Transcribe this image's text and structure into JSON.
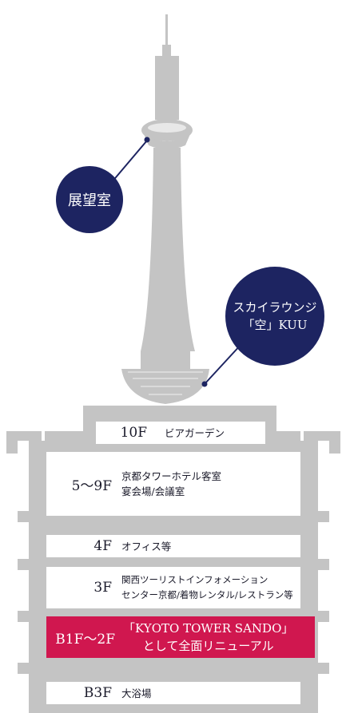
{
  "colors": {
    "tower": "#c4c4c4",
    "navy": "#1d2461",
    "accent": "#d0174f",
    "text": "#1a1a2a"
  },
  "callouts": {
    "observation": {
      "line1": "展望室"
    },
    "lounge": {
      "line1": "スカイラウンジ",
      "line2": "「空」KUU"
    }
  },
  "floors": {
    "f10": {
      "num": "10F",
      "desc": "ビアガーデン"
    },
    "f5_9": {
      "num": "5～9F",
      "desc1": "京都タワーホテル客室",
      "desc2": "宴会場/会議室"
    },
    "f4": {
      "num": "4F",
      "desc": "オフィス等"
    },
    "f3": {
      "num": "3F",
      "desc1": "関西ツーリストインフォメーション",
      "desc2": "センター京都/着物レンタル/レストラン等"
    },
    "b1_2": {
      "num": "B1F～2F",
      "desc1": "「KYOTO TOWER SANDO」",
      "desc2": "として全面リニューアル"
    },
    "b3": {
      "num": "B3F",
      "desc": "大浴場"
    }
  }
}
